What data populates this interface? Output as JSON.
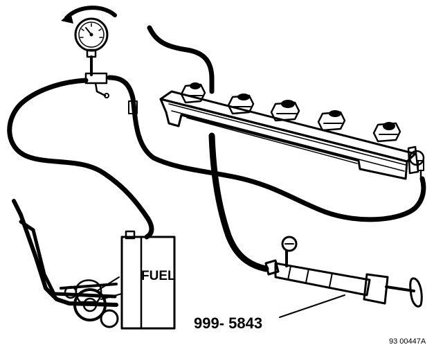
{
  "labels": {
    "tank": "FUEL",
    "tool_number": "999- 5843",
    "figure_ref": "93 00447A"
  }
}
